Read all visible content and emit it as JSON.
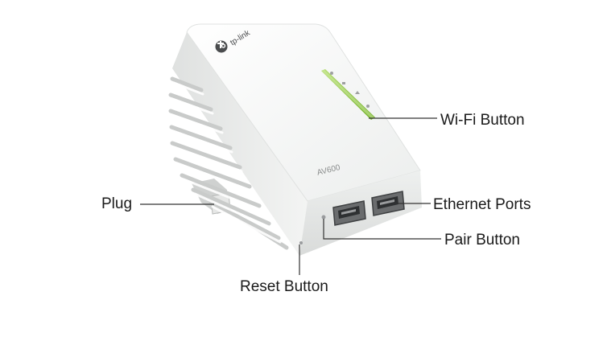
{
  "device": {
    "brand_logo_text": "tp-link",
    "model_text": "AV600",
    "led_indicators": [
      "power-led-icon",
      "powerline-led-icon",
      "ethernet-led-icon",
      "wifi-led-icon"
    ]
  },
  "callouts": {
    "wifi_button": "Wi-Fi Button",
    "plug": "Plug",
    "ethernet_ports": "Ethernet Ports",
    "pair_button": "Pair Button",
    "reset_button": "Reset Button"
  },
  "colors": {
    "device_body": "#f4f5f4",
    "led_strip": "#8dc63f",
    "leader_line": "#333333",
    "port": "#5a5c5e"
  }
}
